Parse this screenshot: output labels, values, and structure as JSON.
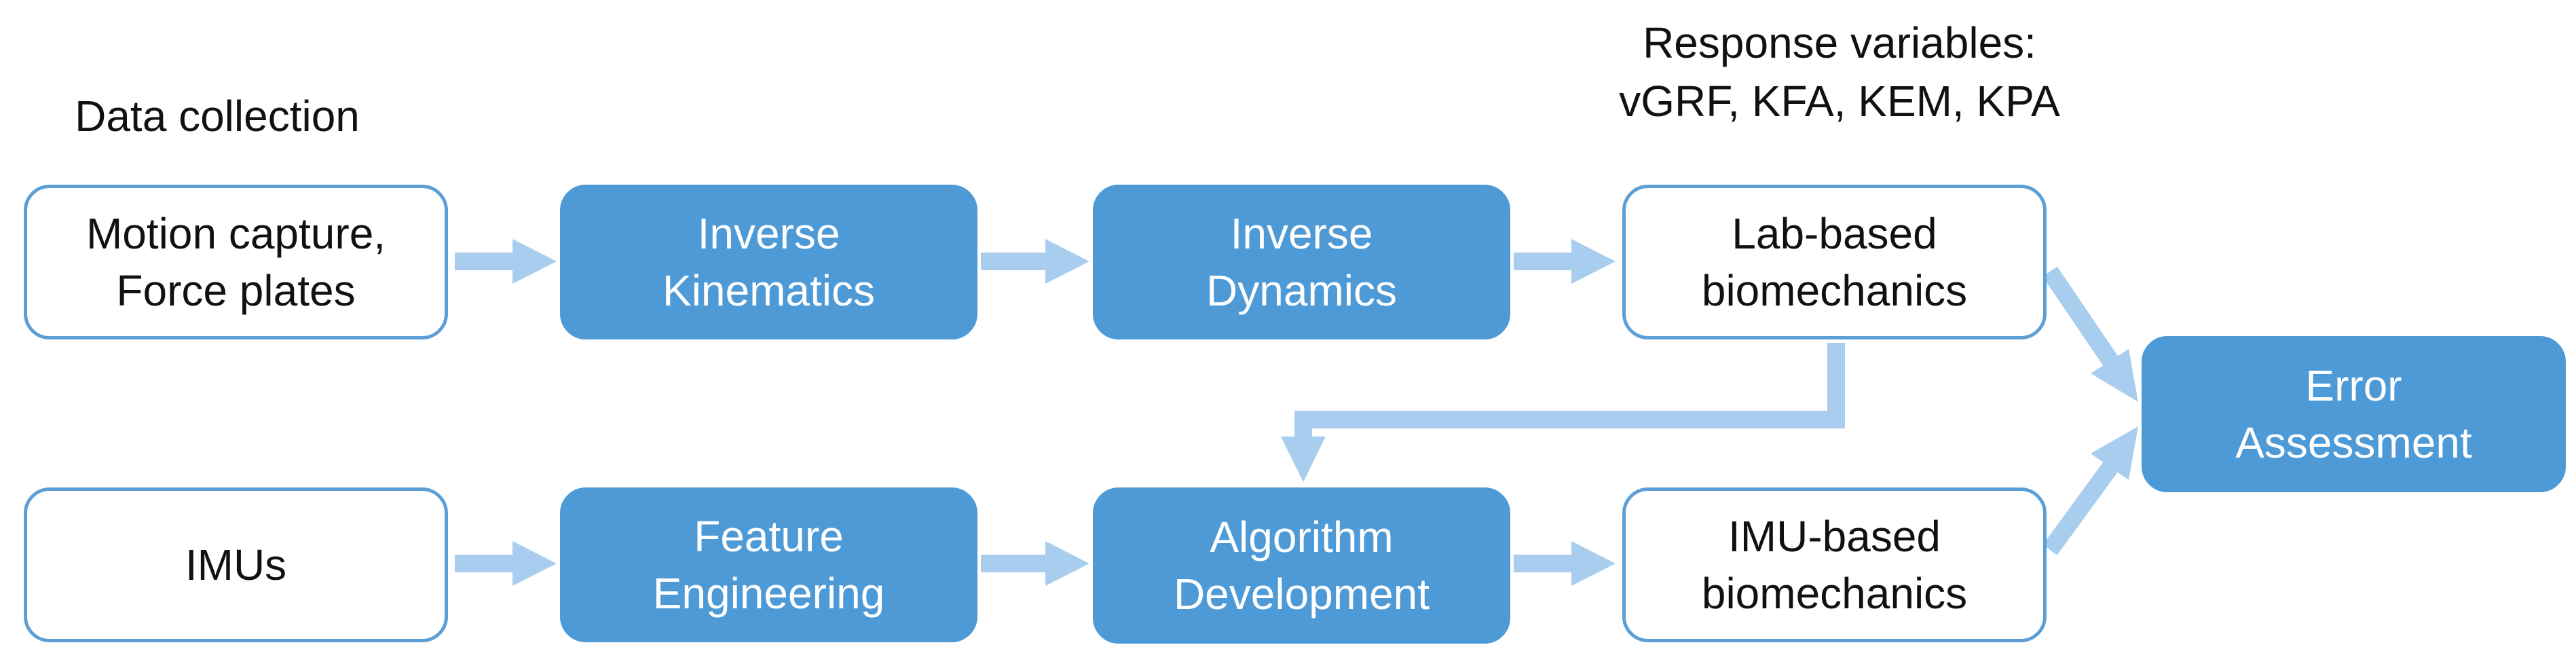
{
  "labels": {
    "data_collection": "Data collection",
    "response_line1": "Response variables:",
    "response_line2": "vGRF, KFA, KEM, KPA"
  },
  "boxes": {
    "motion_capture": [
      "Motion capture,",
      "Force plates"
    ],
    "inverse_kinematics": [
      "Inverse",
      "Kinematics"
    ],
    "inverse_dynamics": [
      "Inverse",
      "Dynamics"
    ],
    "lab_based": [
      "Lab-based",
      "biomechanics"
    ],
    "error_assessment": [
      "Error",
      "Assessment"
    ],
    "imus": [
      "IMUs"
    ],
    "feature_engineering": [
      "Feature",
      "Engineering"
    ],
    "algorithm_development": [
      "Algorithm",
      "Development"
    ],
    "imu_based": [
      "IMU-based",
      "biomechanics"
    ]
  },
  "colors": {
    "box_fill": "#4d9ad6",
    "box_outline": "#5c9fd6",
    "arrow": "#a9cdee",
    "text_dark": "#111111",
    "text_light": "#ffffff"
  }
}
